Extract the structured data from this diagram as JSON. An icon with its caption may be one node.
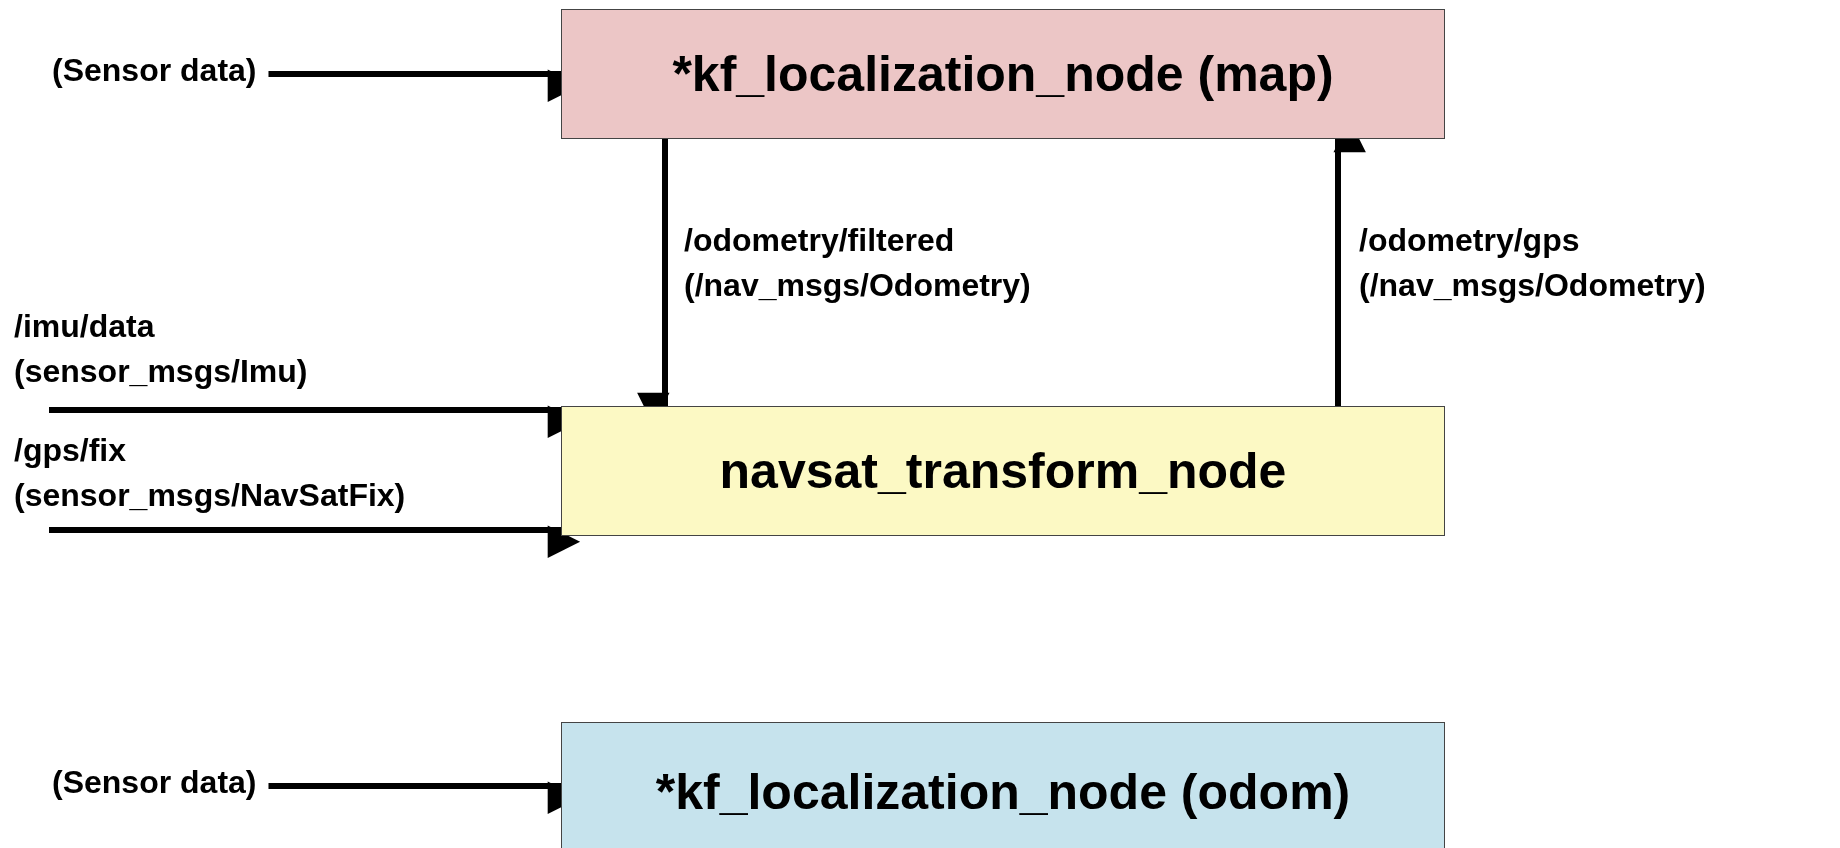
{
  "diagram": {
    "nodes": [
      {
        "text": [
          "(Sensor data)"
        ]
      },
      {
        "text": [
          "*kf_localization_node (map)"
        ]
      },
      {
        "text": [
          "navsat_transform_node"
        ]
      },
      {
        "text": [
          "(Sensor data)"
        ]
      },
      {
        "text": [
          "*kf_localization_node (odom)"
        ]
      }
    ],
    "edges": [
      {
        "from": 0,
        "to": 1,
        "arrow": "to"
      },
      {
        "from": 1,
        "to": 2,
        "arrow": "to",
        "label": "/odometry/filtered (/nav_msgs/Odometry)"
      },
      {
        "from": 2,
        "to": 1,
        "arrow": "to",
        "label": "/odometry/gps (/nav_msgs/Odometry)"
      },
      {
        "from": null,
        "to": 2,
        "arrow": "to",
        "label": "/imu/data (sensor_msgs/Imu)"
      },
      {
        "from": null,
        "to": 2,
        "arrow": "to",
        "label": "/gps/fix (sensor_msgs/NavSatFix)"
      },
      {
        "from": 3,
        "to": 4,
        "arrow": "to"
      }
    ]
  }
}
